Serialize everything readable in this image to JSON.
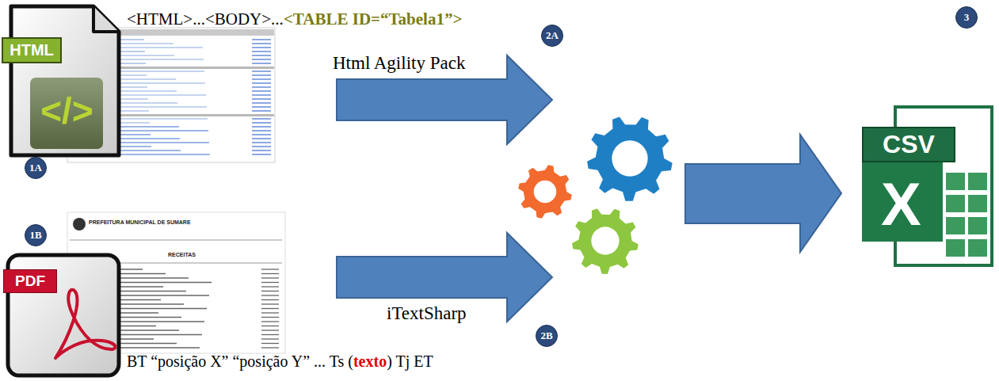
{
  "diagram": {
    "nodes": [
      {
        "text": [
          "HTML"
        ]
      },
      {
        "text": [
          "PDF"
        ]
      },
      {
        "text": [
          "CSV"
        ]
      }
    ],
    "labels": [
      "<HTML>...<BODY>...",
      "<TABLE ID=“Tabela1”>",
      "</>",
      "1A",
      "Html Agility Pack",
      "2A",
      "PREFEITURA MUNICIPAL DE SUMARE",
      "RECEITAS",
      "1B",
      "iTextSharp",
      "2B",
      "BT “posição X” “posição Y” ... Ts (",
      "texto",
      ") Tj ET",
      "3",
      "X"
    ]
  }
}
